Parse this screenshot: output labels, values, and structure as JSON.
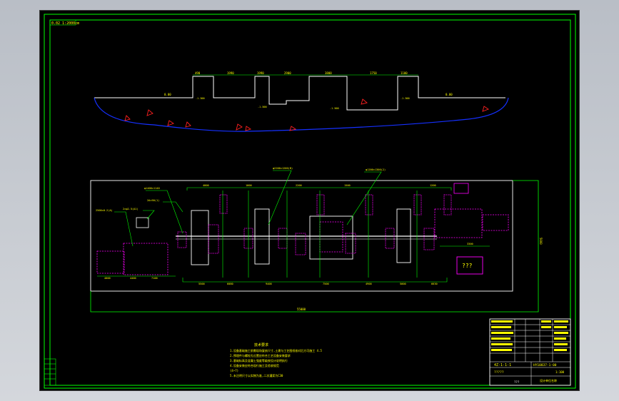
{
  "colors": {
    "background": "#000000",
    "frame": "#00ff00",
    "lines": "#ffffff",
    "dimensions": "#00ff00",
    "text": "#ffff00",
    "centerlines": "#ff00ff",
    "ground_arc": "#0000ff",
    "markers": "#ff0000"
  },
  "scale_note": "0.02 1:2000cm",
  "bottom_tag": "???",
  "profile": {
    "top_dims": [
      "490",
      "1990",
      "1990",
      "2900",
      "3800",
      "1750",
      "1100"
    ],
    "left_elev": "0.00",
    "right_elev": "0.00",
    "pit_labels": [
      "-1.300",
      "-1.500",
      "-1.500",
      "-1.300"
    ]
  },
  "plan": {
    "leaders": [
      "2500×0.2(A)",
      "φ1400×1140",
      "φ2200×1200(B)",
      "2A×50(1)",
      "φ1200×1300(2)",
      "2×φ2.5(A1)"
    ],
    "top_dims": [
      "4000",
      "1000",
      "2200",
      "1500",
      "1200"
    ],
    "bottom_dims": [
      "4000",
      "4400",
      "7100",
      "5500",
      "6080",
      "9400",
      "7500",
      "4900",
      "5000",
      "6630",
      "3300"
    ],
    "right_dim": "5000",
    "overall_dim": "55000",
    "box_label": "???"
  },
  "notes": {
    "title": "技术要求",
    "lines": [
      "1.设备基础施工前需现场复核尺寸,土建与工艺图纸核对后方可施工 4.5",
      "2.预埋件与螺栓孔位置应符合工艺设备安装要求",
      "3.基础标高及混凝土强度等级按设计说明执行",
      "4.设备安装应符合现行施工及验收规范",
      "(4~7)",
      "5.未注明尺寸以实物为准,二次灌浆为C30"
    ]
  },
  "title_block": {
    "drawing_code": "4Z-1-1-1",
    "drawing_no": "HY10837-1-00",
    "drawing_name": "?????",
    "scale": "1:100",
    "project": "设计单位名称"
  }
}
